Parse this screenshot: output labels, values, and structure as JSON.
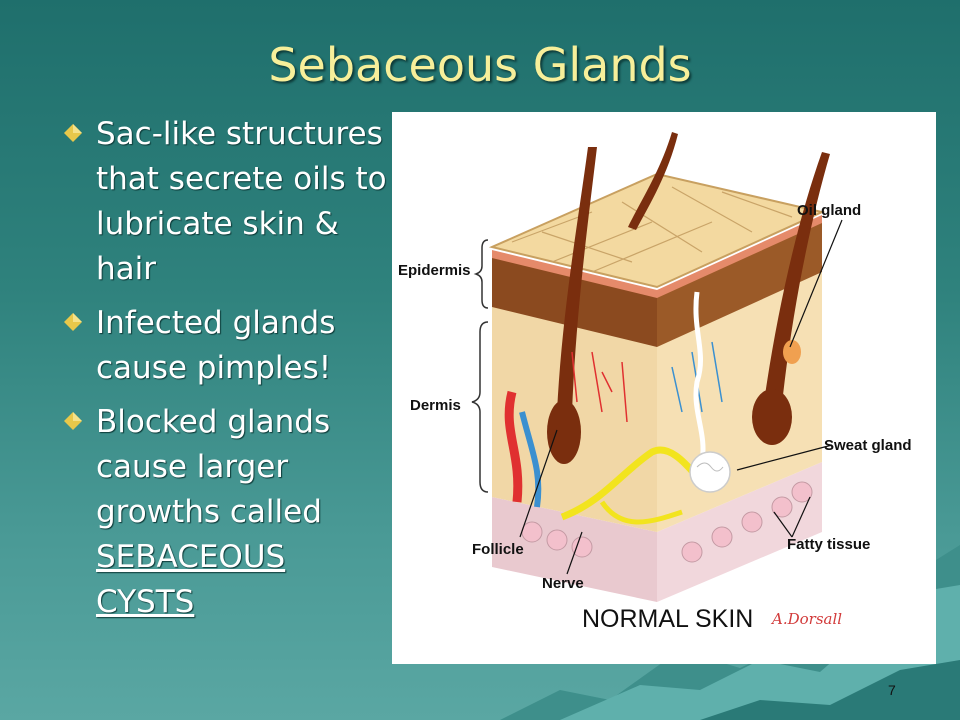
{
  "slide": {
    "title": "Sebaceous Glands",
    "bullets": [
      {
        "text": "Sac-like structures that secrete oils to lubricate skin & hair"
      },
      {
        "text": "Infected glands cause pimples!"
      },
      {
        "text_before": "Blocked glands cause larger growths called ",
        "underlined": "SEBACEOUS CYSTS"
      }
    ],
    "page_number": "7"
  },
  "figure": {
    "labels": {
      "epidermis": "Epidermis",
      "dermis": "Dermis",
      "follicle": "Follicle",
      "nerve": "Nerve",
      "oil_gland": "Oil gland",
      "sweat_gland": "Sweat gland",
      "fatty_tissue": "Fatty tissue"
    },
    "caption": "NORMAL SKIN",
    "signature": "A.Dorsall"
  },
  "colors": {
    "title": "#f7ef9a",
    "bullet_text": "#ffffff",
    "bullet_marker": "#e8c84a",
    "background": "#2f827d"
  }
}
